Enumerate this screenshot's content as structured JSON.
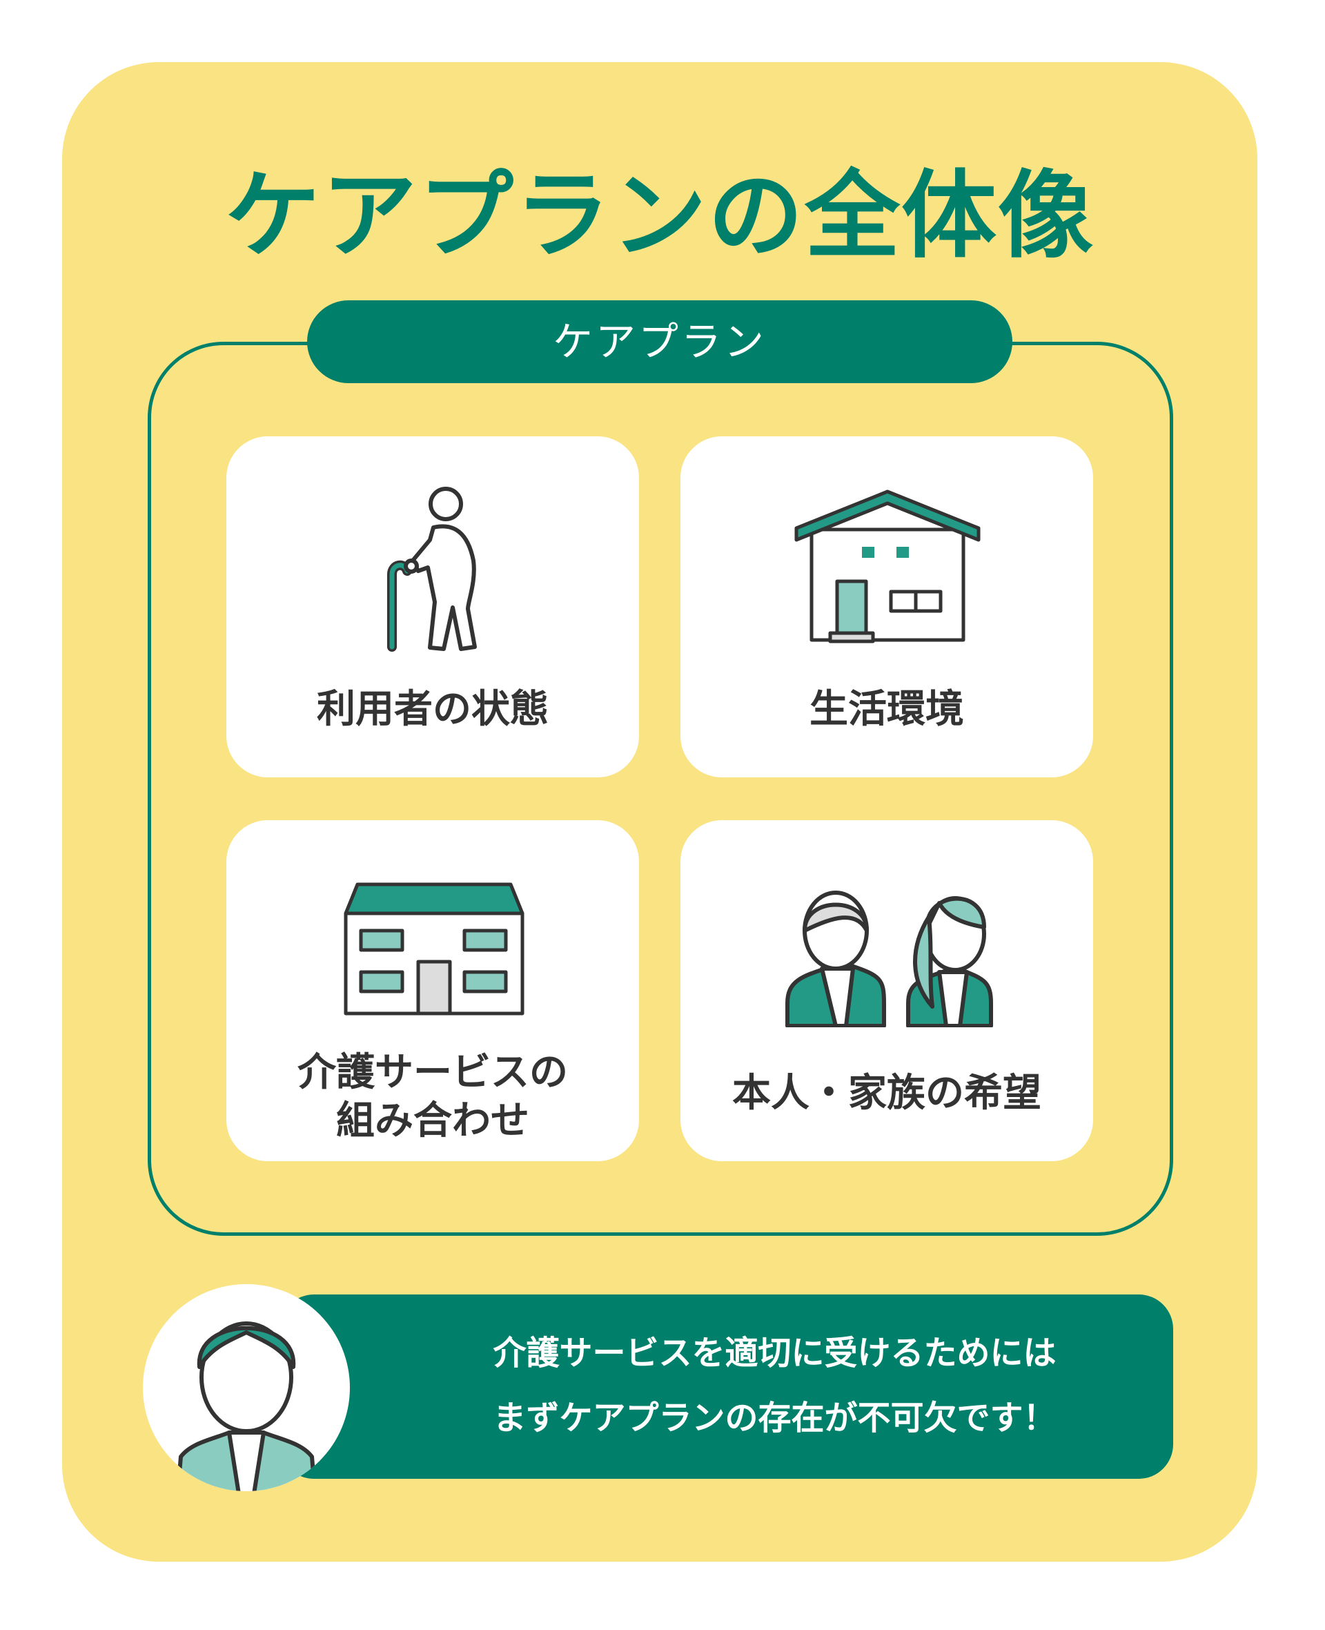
{
  "title": "ケアプランの全体像",
  "pill_label": "ケアプラン",
  "tiles": [
    {
      "label": "利用者の状態",
      "icon": "elderly-person-with-cane-icon"
    },
    {
      "label": "生活環境",
      "icon": "house-icon"
    },
    {
      "label_line1": "介護サービスの",
      "label_line2": "組み合わせ",
      "icon": "care-facility-icon"
    },
    {
      "label": "本人・家族の希望",
      "icon": "family-icon"
    }
  ],
  "banner": {
    "line1": "介護サービスを適切に受けるためには",
    "line2": "まずケアプランの存在が不可欠です！",
    "icon": "caregiver-icon"
  },
  "colors": {
    "background": "#FAE383",
    "primary": "#00806A",
    "accent": "#229A85",
    "light_accent": "#8ACCC0"
  }
}
